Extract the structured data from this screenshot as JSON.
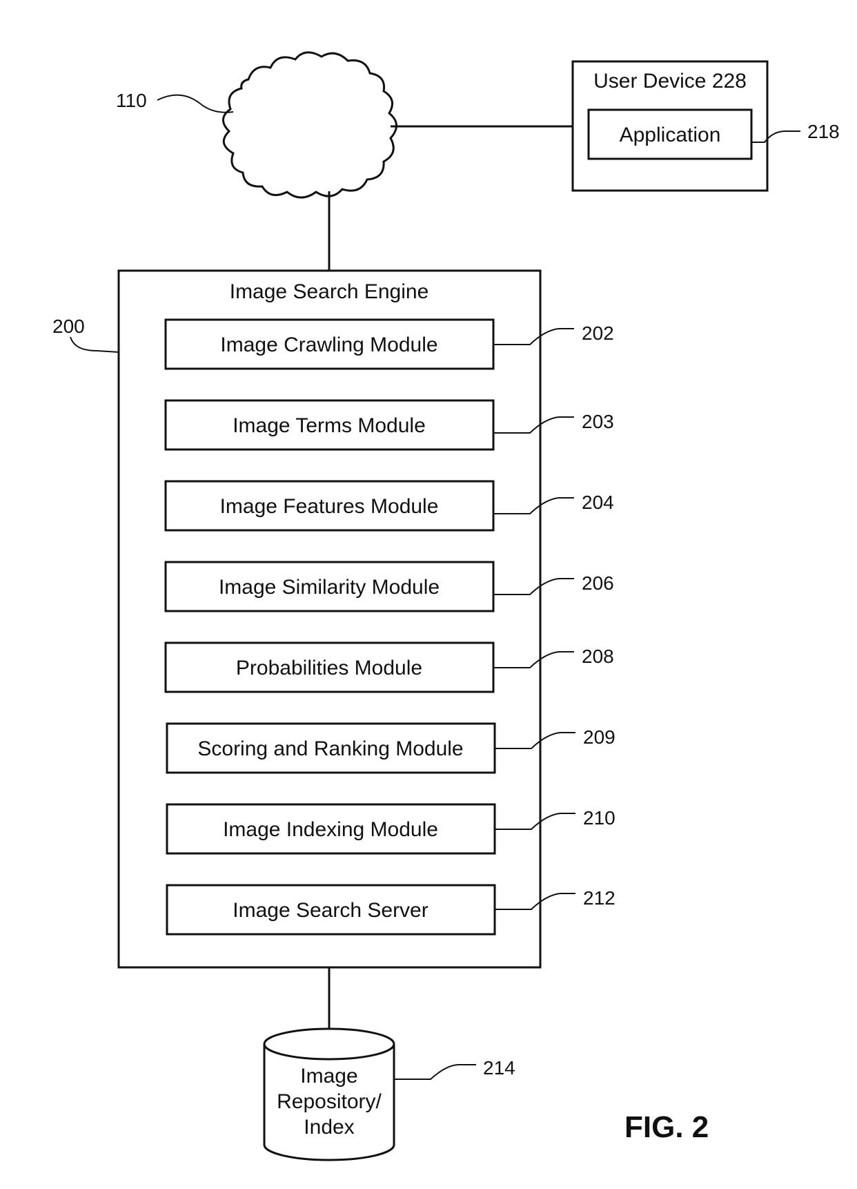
{
  "network": {
    "ref": "110"
  },
  "user_device": {
    "title": "User Device 228",
    "application": {
      "label": "Application",
      "ref": "218"
    }
  },
  "engine": {
    "title": "Image Search Engine",
    "ref": "200",
    "modules": [
      {
        "label": "Image Crawling Module",
        "ref": "202"
      },
      {
        "label": "Image Terms Module",
        "ref": "203"
      },
      {
        "label": "Image Features Module",
        "ref": "204"
      },
      {
        "label": "Image Similarity Module",
        "ref": "206"
      },
      {
        "label": "Probabilities Module",
        "ref": "208"
      },
      {
        "label": "Scoring and Ranking Module",
        "ref": "209"
      },
      {
        "label": "Image Indexing Module",
        "ref": "210"
      },
      {
        "label": "Image Search Server",
        "ref": "212"
      }
    ]
  },
  "repository": {
    "lines": [
      "Image",
      "Repository/",
      "Index"
    ],
    "ref": "214"
  },
  "figure_label": "FIG. 2"
}
